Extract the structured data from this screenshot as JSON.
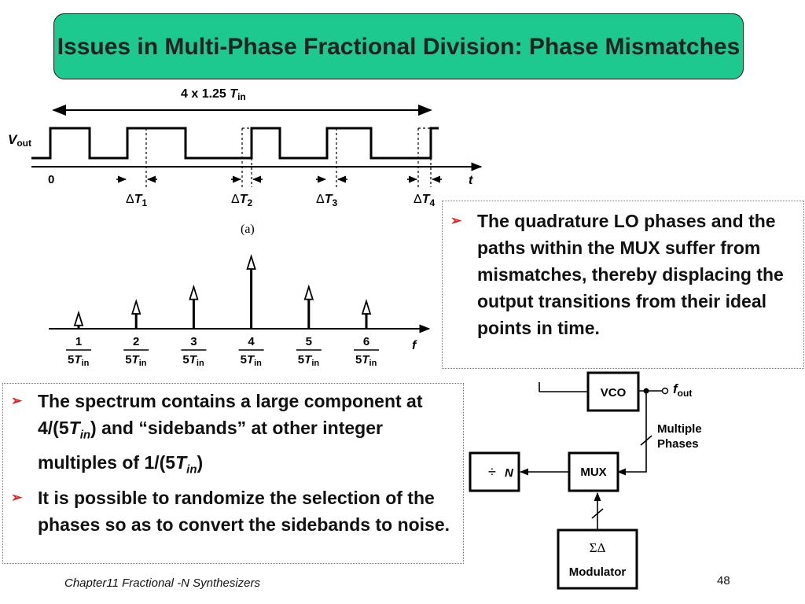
{
  "title": "Issues in Multi-Phase Fractional Division: Phase Mismatches",
  "waveform": {
    "span_label_main": "4 x 1.25",
    "span_label_T": "T",
    "span_label_sub": "in",
    "y_label_V": "V",
    "y_label_sub": "out",
    "origin_label": "0",
    "axis_label": "t",
    "delta_labels": [
      {
        "delta": "Δ",
        "T": "T",
        "sub": "1"
      },
      {
        "delta": "Δ",
        "T": "T",
        "sub": "2"
      },
      {
        "delta": "Δ",
        "T": "T",
        "sub": "3"
      },
      {
        "delta": "Δ",
        "T": "T",
        "sub": "4"
      }
    ],
    "caption": "(a)"
  },
  "spectrum": {
    "axis_label": "f",
    "denominator_main": "5",
    "denominator_T": "T",
    "denominator_sub": "in",
    "numerators": [
      "1",
      "2",
      "3",
      "4",
      "5",
      "6"
    ],
    "relative_heights": [
      0.22,
      0.38,
      0.58,
      1.0,
      0.58,
      0.38
    ]
  },
  "right_box": {
    "bullets": [
      "The quadrature LO phases and the paths within the MUX suffer from mismatches, thereby displacing the output transitions from their ideal points in time."
    ]
  },
  "left_box": {
    "bullet1_pre": "The spectrum contains a large component at 4/(5",
    "bullet1_T1": "T",
    "bullet1_sub1": "in",
    "bullet1_mid": ") and “sidebands” at other integer multiples of 1/(5",
    "bullet1_T2": "T",
    "bullet1_sub2": "in",
    "bullet1_post": ")",
    "bullet2": "It is possible to randomize the selection of the phases so as to convert the sidebands to noise."
  },
  "block_diagram": {
    "vco_label": "VCO",
    "fout_f": "f",
    "fout_sub": "out",
    "multiple_line1": "Multiple",
    "multiple_line2": "Phases",
    "mux_label": "MUX",
    "divider_symbol": "÷",
    "divider_N": "N",
    "sigma_delta": "ΣΔ",
    "modulator_label": "Modulator"
  },
  "footer": {
    "chapter": "Chapter11 Fractional -N Synthesizers",
    "page": "48"
  },
  "bullet_marker": "➢"
}
